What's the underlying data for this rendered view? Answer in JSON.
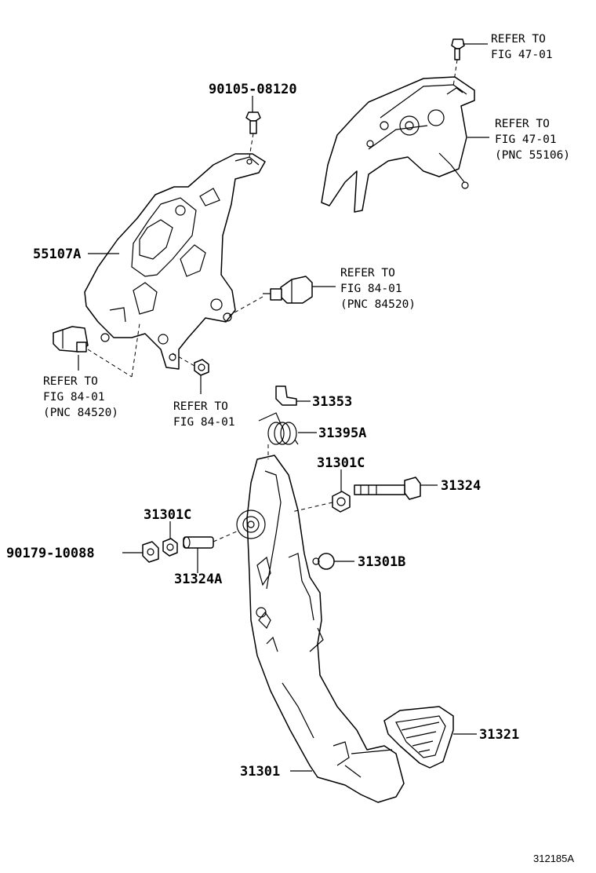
{
  "labels": {
    "p_90105_08120": "90105-08120",
    "p_55107A": "55107A",
    "p_31353": "31353",
    "p_31395A": "31395A",
    "p_31301C_right": "31301C",
    "p_31324": "31324",
    "p_31301C_left": "31301C",
    "p_90179_10088": "90179-10088",
    "p_31324A": "31324A",
    "p_31301B": "31301B",
    "p_31321": "31321",
    "p_31301": "31301"
  },
  "references": {
    "top_right_bolt": [
      "REFER TO",
      "FIG 47-01"
    ],
    "top_right_bracket": [
      "REFER TO",
      "FIG 47-01",
      "(PNC 55106)"
    ],
    "stop_switch": [
      "REFER TO",
      "FIG 84-01",
      "(PNC 84520)"
    ],
    "left_sensor": [
      "REFER TO",
      "FIG 84-01",
      "(PNC 84520)"
    ],
    "nut": [
      "REFER TO",
      "FIG 84-01"
    ]
  },
  "diagram_code": "312185A"
}
